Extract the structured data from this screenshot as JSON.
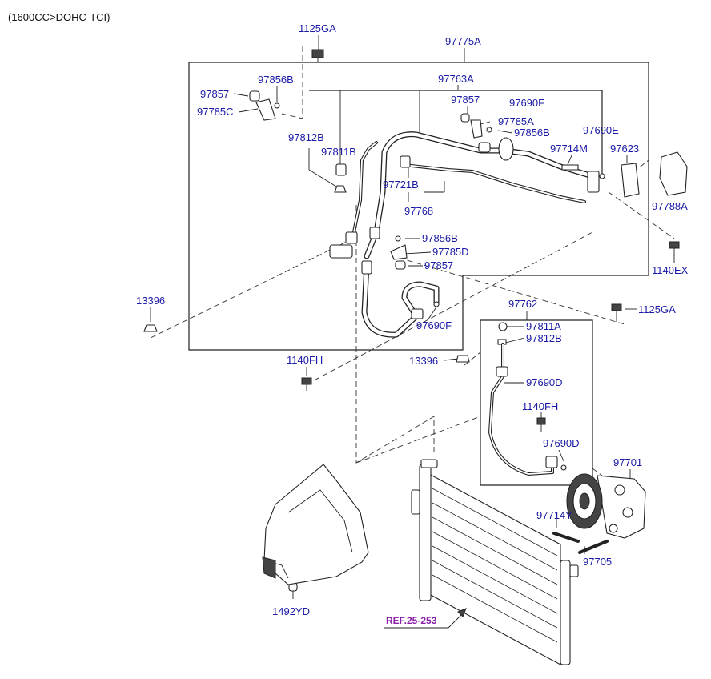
{
  "header": {
    "engine_note": "(1600CC>DOHC-TCI)"
  },
  "labels": {
    "p1125GA_top": "1125GA",
    "p97775A": "97775A",
    "p97856B_a": "97856B",
    "p97857_a": "97857",
    "p97785C": "97785C",
    "p97763A": "97763A",
    "p97857_b": "97857",
    "p97690F_a": "97690F",
    "p97785A": "97785A",
    "p97856B_b": "97856B",
    "p97690E": "97690E",
    "p97812B_a": "97812B",
    "p97811B": "97811B",
    "p97714M": "97714M",
    "p97623": "97623",
    "p97721B": "97721B",
    "p97788A": "97788A",
    "p97768": "97768",
    "p97856B_c": "97856B",
    "p97785D": "97785D",
    "p97857_c": "97857",
    "p1140EX": "1140EX",
    "p13396_a": "13396",
    "p97690F_b": "97690F",
    "p97762": "97762",
    "p1125GA_b": "1125GA",
    "p97811A": "97811A",
    "p97812B_b": "97812B",
    "p1140FH_a": "1140FH",
    "p13396_b": "13396",
    "p97690D_a": "97690D",
    "p1140FH_b": "1140FH",
    "p97690D_b": "97690D",
    "p97701": "97701",
    "p97714Y": "97714Y",
    "p97705": "97705",
    "p1492YD": "1492YD",
    "ref": "REF.25-253"
  },
  "colors": {
    "label": "#1a1aa6",
    "ref": "#8a1fa8",
    "line": "#222222"
  }
}
